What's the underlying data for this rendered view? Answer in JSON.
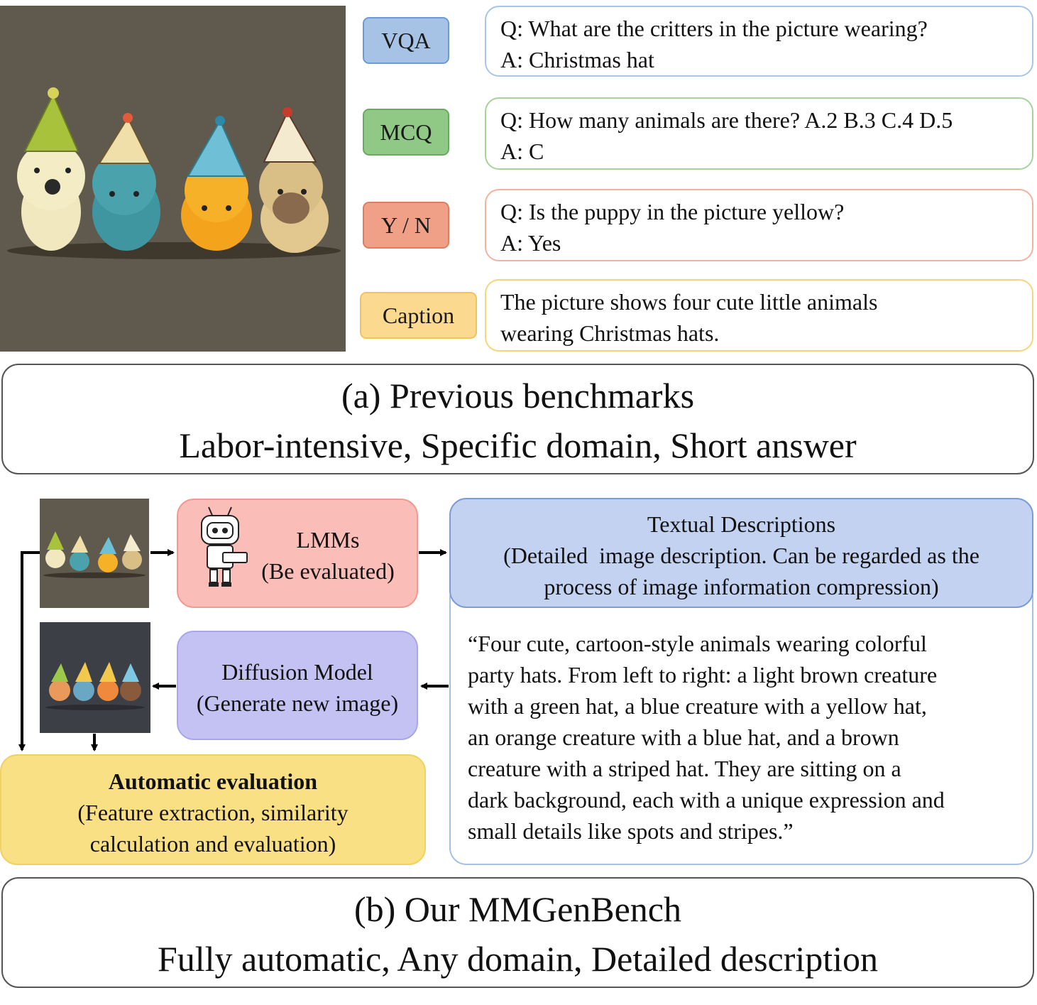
{
  "panel_a": {
    "tags": {
      "vqa": "VQA",
      "mcq": "MCQ",
      "yn": "Y / N",
      "caption": "Caption"
    },
    "qa": {
      "vqa_q": "Q: What are the critters in the picture wearing?",
      "vqa_a": "A: Christmas hat",
      "mcq_q": "Q: How many animals are there? A.2 B.3 C.4 D.5",
      "mcq_a": "A: C",
      "yn_q": "Q: Is the puppy in the picture yellow?",
      "yn_a": "A: Yes",
      "caption_line1": "The picture shows four cute little animals",
      "caption_line2": "wearing Christmas hats."
    },
    "banner_line1": "(a) Previous benchmarks",
    "banner_line2": "Labor-intensive, Specific domain, Short answer"
  },
  "panel_b": {
    "lmm_title": "LMMs",
    "lmm_sub": "(Be evaluated)",
    "diffusion_title": "Diffusion Model",
    "diffusion_sub": "(Generate new image)",
    "textual_title": "Textual Descriptions",
    "textual_line1": "(Detailed  image description. Can be regarded as the",
    "textual_line2": "process of image information compression)",
    "description_lines": [
      "“Four cute, cartoon-style animals wearing colorful",
      "party hats. From left to right: a light brown creature",
      "with a green hat, a blue creature with a yellow hat,",
      "an orange creature with a blue hat, and a brown",
      "creature with a striped hat. They are sitting on a",
      "dark background, each with a unique expression and",
      "small details like spots and stripes.”"
    ],
    "auto_title": "Automatic evaluation",
    "auto_line1": "(Feature extraction, similarity",
    "auto_line2": "calculation and evaluation)",
    "banner_line1": "(b) Our MMGenBench",
    "banner_line2": "Fully automatic, Any domain, Detailed description"
  },
  "colors": {
    "vqa": "#a6c3e6",
    "mcq": "#8fc985",
    "yn": "#f0a086",
    "caption": "#fbd98e",
    "lmm": "#fbbdb8",
    "diffusion": "#c4c2f2",
    "textual": "#c4d2f1",
    "automatic": "#f9e084"
  }
}
